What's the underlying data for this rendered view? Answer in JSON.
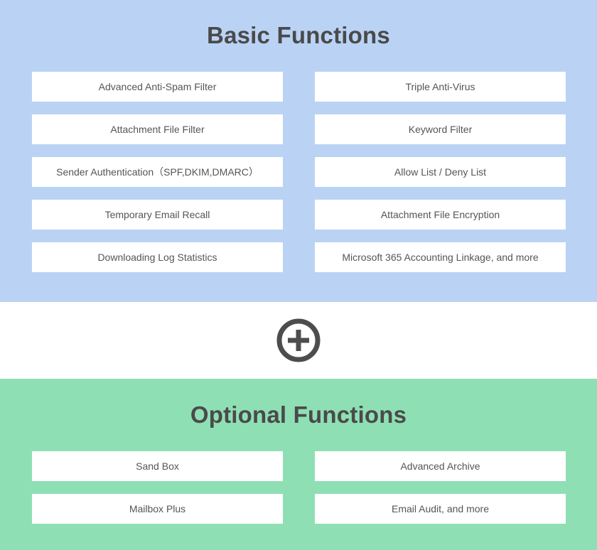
{
  "theme": {
    "basic_bg": "#bad3f5",
    "optional_bg": "#8fdfb5",
    "connector_bg": "#ffffff",
    "card_bg": "#ffffff",
    "title_color": "#4a4a4a",
    "card_text_color": "#555555",
    "icon_color": "#4d4d4d"
  },
  "basic": {
    "title": "Basic Functions",
    "cards": [
      "Advanced Anti-Spam Filter",
      "Triple Anti-Virus",
      "Attachment File Filter",
      "Keyword Filter",
      "Sender Authentication（SPF,DKIM,DMARC）",
      "Allow List / Deny List",
      "Temporary Email Recall",
      "Attachment File Encryption",
      "Downloading Log Statistics",
      "Microsoft 365 Accounting Linkage, and more"
    ]
  },
  "connector": {
    "icon": "plus-circle-icon"
  },
  "optional": {
    "title": "Optional Functions",
    "cards": [
      "Sand Box",
      "Advanced Archive",
      "Mailbox Plus",
      "Email Audit, and more"
    ]
  }
}
